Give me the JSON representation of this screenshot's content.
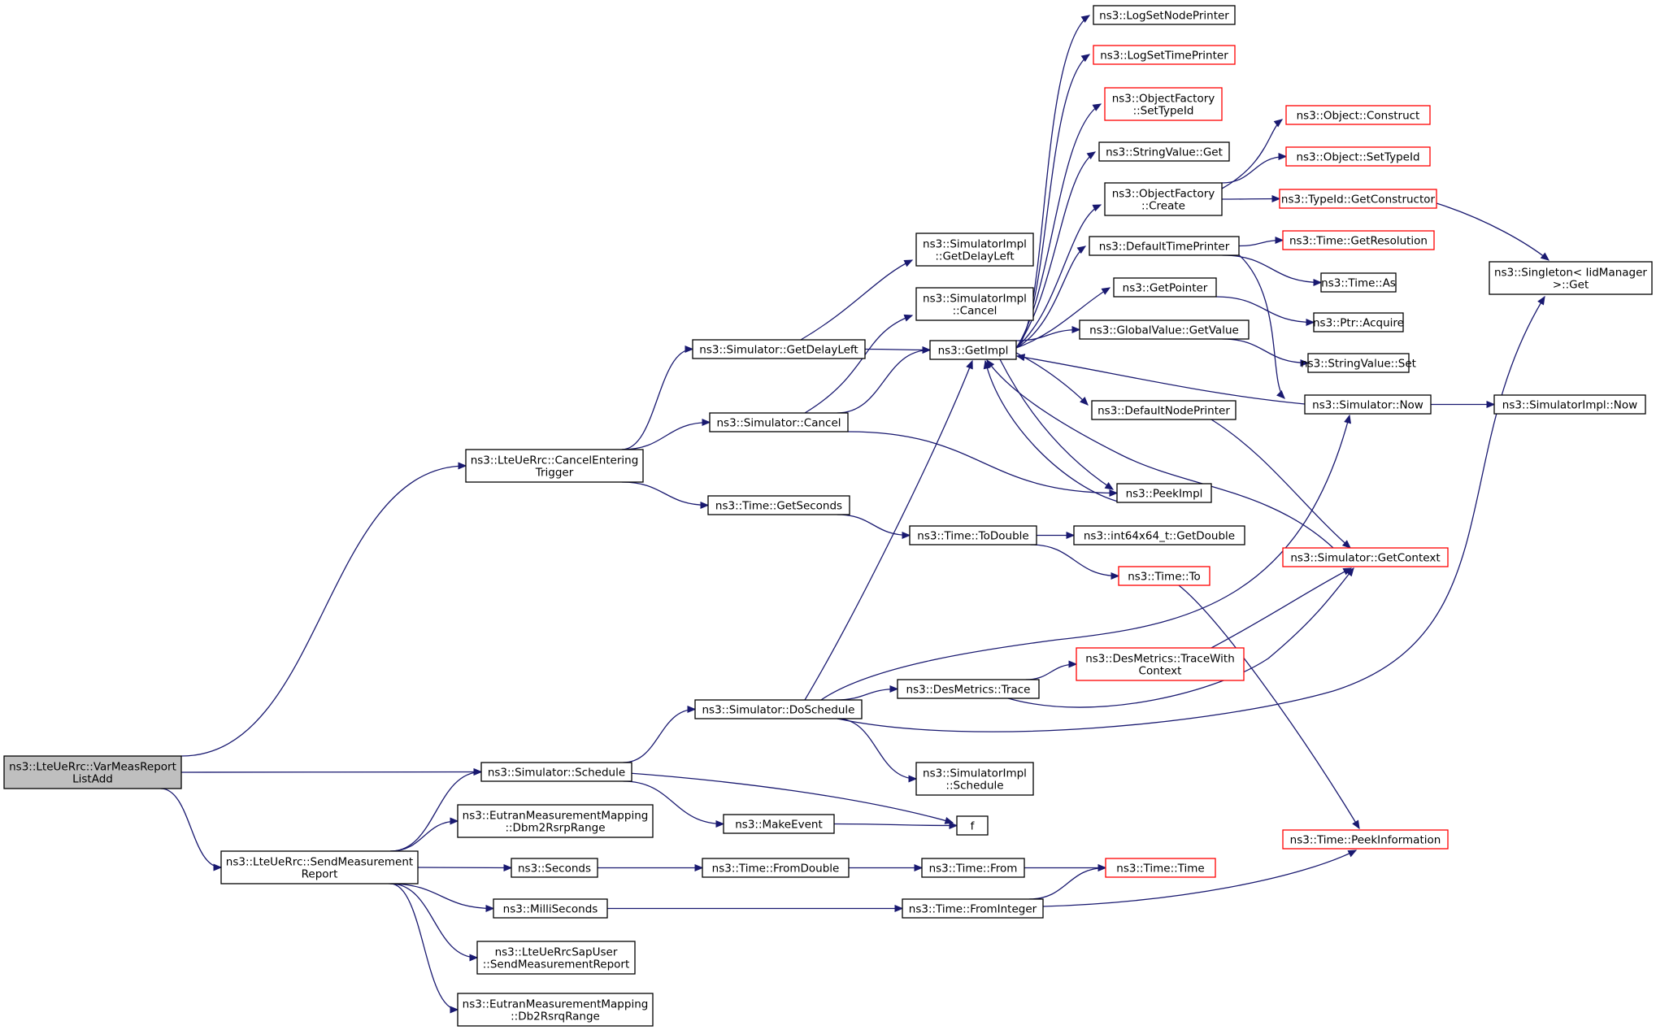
{
  "diagram": {
    "root": "root",
    "nodes": [
      {
        "id": "root",
        "lines": [
          "ns3::LteUeRrc::VarMeasReport",
          "ListAdd"
        ],
        "style": "root"
      },
      {
        "id": "cancelEntering",
        "lines": [
          "ns3::LteUeRrc::CancelEntering",
          "Trigger"
        ],
        "style": "normal"
      },
      {
        "id": "sendMeas",
        "lines": [
          "ns3::LteUeRrc::SendMeasurement",
          "Report"
        ],
        "style": "normal"
      },
      {
        "id": "schedule",
        "lines": [
          "ns3::Simulator::Schedule"
        ],
        "style": "normal"
      },
      {
        "id": "getDelayLeft",
        "lines": [
          "ns3::Simulator::GetDelayLeft"
        ],
        "style": "normal"
      },
      {
        "id": "cancel",
        "lines": [
          "ns3::Simulator::Cancel"
        ],
        "style": "normal"
      },
      {
        "id": "getSeconds",
        "lines": [
          "ns3::Time::GetSeconds"
        ],
        "style": "normal"
      },
      {
        "id": "implGetDelayLeft",
        "lines": [
          "ns3::SimulatorImpl",
          "::GetDelayLeft"
        ],
        "style": "normal"
      },
      {
        "id": "implCancel",
        "lines": [
          "ns3::SimulatorImpl",
          "::Cancel"
        ],
        "style": "normal"
      },
      {
        "id": "getImpl",
        "lines": [
          "ns3::GetImpl"
        ],
        "style": "normal"
      },
      {
        "id": "toDouble",
        "lines": [
          "ns3::Time::ToDouble"
        ],
        "style": "normal"
      },
      {
        "id": "doSchedule",
        "lines": [
          "ns3::Simulator::DoSchedule"
        ],
        "style": "normal"
      },
      {
        "id": "desTrace",
        "lines": [
          "ns3::DesMetrics::Trace"
        ],
        "style": "normal"
      },
      {
        "id": "implSchedule",
        "lines": [
          "ns3::SimulatorImpl",
          "::Schedule"
        ],
        "style": "normal"
      },
      {
        "id": "makeEvent",
        "lines": [
          "ns3::MakeEvent"
        ],
        "style": "normal"
      },
      {
        "id": "f",
        "lines": [
          "f"
        ],
        "style": "normal"
      },
      {
        "id": "dbm2Rsrp",
        "lines": [
          "ns3::EutranMeasurementMapping",
          "::Dbm2RsrpRange"
        ],
        "style": "normal"
      },
      {
        "id": "seconds",
        "lines": [
          "ns3::Seconds"
        ],
        "style": "normal"
      },
      {
        "id": "fromDouble",
        "lines": [
          "ns3::Time::FromDouble"
        ],
        "style": "normal"
      },
      {
        "id": "timeFrom",
        "lines": [
          "ns3::Time::From"
        ],
        "style": "normal"
      },
      {
        "id": "timeTime",
        "lines": [
          "ns3::Time::Time"
        ],
        "style": "red"
      },
      {
        "id": "milliSeconds",
        "lines": [
          "ns3::MilliSeconds"
        ],
        "style": "normal"
      },
      {
        "id": "fromInteger",
        "lines": [
          "ns3::Time::FromInteger"
        ],
        "style": "normal"
      },
      {
        "id": "sapUser",
        "lines": [
          "ns3::LteUeRrcSapUser",
          "::SendMeasurementReport"
        ],
        "style": "normal"
      },
      {
        "id": "db2Rsrq",
        "lines": [
          "ns3::EutranMeasurementMapping",
          "::Db2RsrqRange"
        ],
        "style": "normal"
      },
      {
        "id": "logNode",
        "lines": [
          "ns3::LogSetNodePrinter"
        ],
        "style": "normal"
      },
      {
        "id": "logTime",
        "lines": [
          "ns3::LogSetTimePrinter"
        ],
        "style": "red"
      },
      {
        "id": "ofSetTypeId",
        "lines": [
          "ns3::ObjectFactory",
          "::SetTypeId"
        ],
        "style": "red"
      },
      {
        "id": "stringGet",
        "lines": [
          "ns3::StringValue::Get"
        ],
        "style": "normal"
      },
      {
        "id": "ofCreate",
        "lines": [
          "ns3::ObjectFactory",
          "::Create"
        ],
        "style": "normal"
      },
      {
        "id": "defTimePrinter",
        "lines": [
          "ns3::DefaultTimePrinter"
        ],
        "style": "normal"
      },
      {
        "id": "getPointer",
        "lines": [
          "ns3::GetPointer"
        ],
        "style": "normal"
      },
      {
        "id": "gvGetValue",
        "lines": [
          "ns3::GlobalValue::GetValue"
        ],
        "style": "normal"
      },
      {
        "id": "defNodePrinter",
        "lines": [
          "ns3::DefaultNodePrinter"
        ],
        "style": "normal"
      },
      {
        "id": "peekImpl",
        "lines": [
          "ns3::PeekImpl"
        ],
        "style": "normal"
      },
      {
        "id": "int64GetDouble",
        "lines": [
          "ns3::int64x64_t::GetDouble"
        ],
        "style": "normal"
      },
      {
        "id": "timeTo",
        "lines": [
          "ns3::Time::To"
        ],
        "style": "red"
      },
      {
        "id": "traceWithCtx",
        "lines": [
          "ns3::DesMetrics::TraceWith",
          "Context"
        ],
        "style": "red"
      },
      {
        "id": "objConstruct",
        "lines": [
          "ns3::Object::Construct"
        ],
        "style": "red"
      },
      {
        "id": "objSetTypeId",
        "lines": [
          "ns3::Object::SetTypeId"
        ],
        "style": "red"
      },
      {
        "id": "getConstructor",
        "lines": [
          "ns3::TypeId::GetConstructor"
        ],
        "style": "red"
      },
      {
        "id": "getResolution",
        "lines": [
          "ns3::Time::GetResolution"
        ],
        "style": "red"
      },
      {
        "id": "timeAs",
        "lines": [
          "ns3::Time::As"
        ],
        "style": "normal"
      },
      {
        "id": "ptrAcquire",
        "lines": [
          "ns3::Ptr::Acquire"
        ],
        "style": "normal"
      },
      {
        "id": "stringSet",
        "lines": [
          "ns3::StringValue::Set"
        ],
        "style": "normal"
      },
      {
        "id": "simNow",
        "lines": [
          "ns3::Simulator::Now"
        ],
        "style": "normal"
      },
      {
        "id": "getContext",
        "lines": [
          "ns3::Simulator::GetContext"
        ],
        "style": "red"
      },
      {
        "id": "peekInfo",
        "lines": [
          "ns3::Time::PeekInformation"
        ],
        "style": "red"
      },
      {
        "id": "singletonGet",
        "lines": [
          "ns3::Singleton< IidManager",
          " >::Get"
        ],
        "style": "normal"
      },
      {
        "id": "implNow",
        "lines": [
          "ns3::SimulatorImpl::Now"
        ],
        "style": "normal"
      }
    ],
    "edges": [
      [
        "root",
        "cancelEntering"
      ],
      [
        "root",
        "schedule"
      ],
      [
        "root",
        "sendMeas"
      ],
      [
        "cancelEntering",
        "getDelayLeft"
      ],
      [
        "cancelEntering",
        "cancel"
      ],
      [
        "cancelEntering",
        "getSeconds"
      ],
      [
        "getDelayLeft",
        "implGetDelayLeft"
      ],
      [
        "getDelayLeft",
        "getImpl"
      ],
      [
        "cancel",
        "implCancel"
      ],
      [
        "cancel",
        "getImpl"
      ],
      [
        "cancel",
        "peekImpl"
      ],
      [
        "getSeconds",
        "toDouble"
      ],
      [
        "toDouble",
        "int64GetDouble"
      ],
      [
        "toDouble",
        "timeTo"
      ],
      [
        "timeTo",
        "peekInfo"
      ],
      [
        "getImpl",
        "logNode"
      ],
      [
        "getImpl",
        "logTime"
      ],
      [
        "getImpl",
        "ofSetTypeId"
      ],
      [
        "getImpl",
        "stringGet"
      ],
      [
        "getImpl",
        "ofCreate"
      ],
      [
        "getImpl",
        "defTimePrinter"
      ],
      [
        "getImpl",
        "getPointer"
      ],
      [
        "getImpl",
        "gvGetValue"
      ],
      [
        "getImpl",
        "defNodePrinter"
      ],
      [
        "getImpl",
        "peekImpl"
      ],
      [
        "ofCreate",
        "objConstruct"
      ],
      [
        "ofCreate",
        "objSetTypeId"
      ],
      [
        "ofCreate",
        "getConstructor"
      ],
      [
        "getConstructor",
        "singletonGet"
      ],
      [
        "defTimePrinter",
        "getResolution"
      ],
      [
        "defTimePrinter",
        "timeAs"
      ],
      [
        "defTimePrinter",
        "simNow"
      ],
      [
        "getPointer",
        "ptrAcquire"
      ],
      [
        "gvGetValue",
        "stringSet"
      ],
      [
        "simNow",
        "getImpl"
      ],
      [
        "simNow",
        "implNow"
      ],
      [
        "defNodePrinter",
        "getContext"
      ],
      [
        "getContext",
        "getImpl"
      ],
      [
        "peekImpl",
        "getImpl"
      ],
      [
        "schedule",
        "doSchedule"
      ],
      [
        "schedule",
        "makeEvent"
      ],
      [
        "schedule",
        "f"
      ],
      [
        "doSchedule",
        "getImpl"
      ],
      [
        "doSchedule",
        "simNow"
      ],
      [
        "doSchedule",
        "desTrace"
      ],
      [
        "doSchedule",
        "singletonGet"
      ],
      [
        "doSchedule",
        "implSchedule"
      ],
      [
        "desTrace",
        "traceWithCtx"
      ],
      [
        "desTrace",
        "getContext"
      ],
      [
        "traceWithCtx",
        "getContext"
      ],
      [
        "makeEvent",
        "f"
      ],
      [
        "sendMeas",
        "schedule"
      ],
      [
        "sendMeas",
        "dbm2Rsrp"
      ],
      [
        "sendMeas",
        "seconds"
      ],
      [
        "sendMeas",
        "milliSeconds"
      ],
      [
        "sendMeas",
        "sapUser"
      ],
      [
        "sendMeas",
        "db2Rsrq"
      ],
      [
        "seconds",
        "fromDouble"
      ],
      [
        "fromDouble",
        "timeFrom"
      ],
      [
        "timeFrom",
        "timeTime"
      ],
      [
        "milliSeconds",
        "fromInteger"
      ],
      [
        "fromInteger",
        "timeTime"
      ],
      [
        "fromInteger",
        "peekInfo"
      ]
    ]
  }
}
